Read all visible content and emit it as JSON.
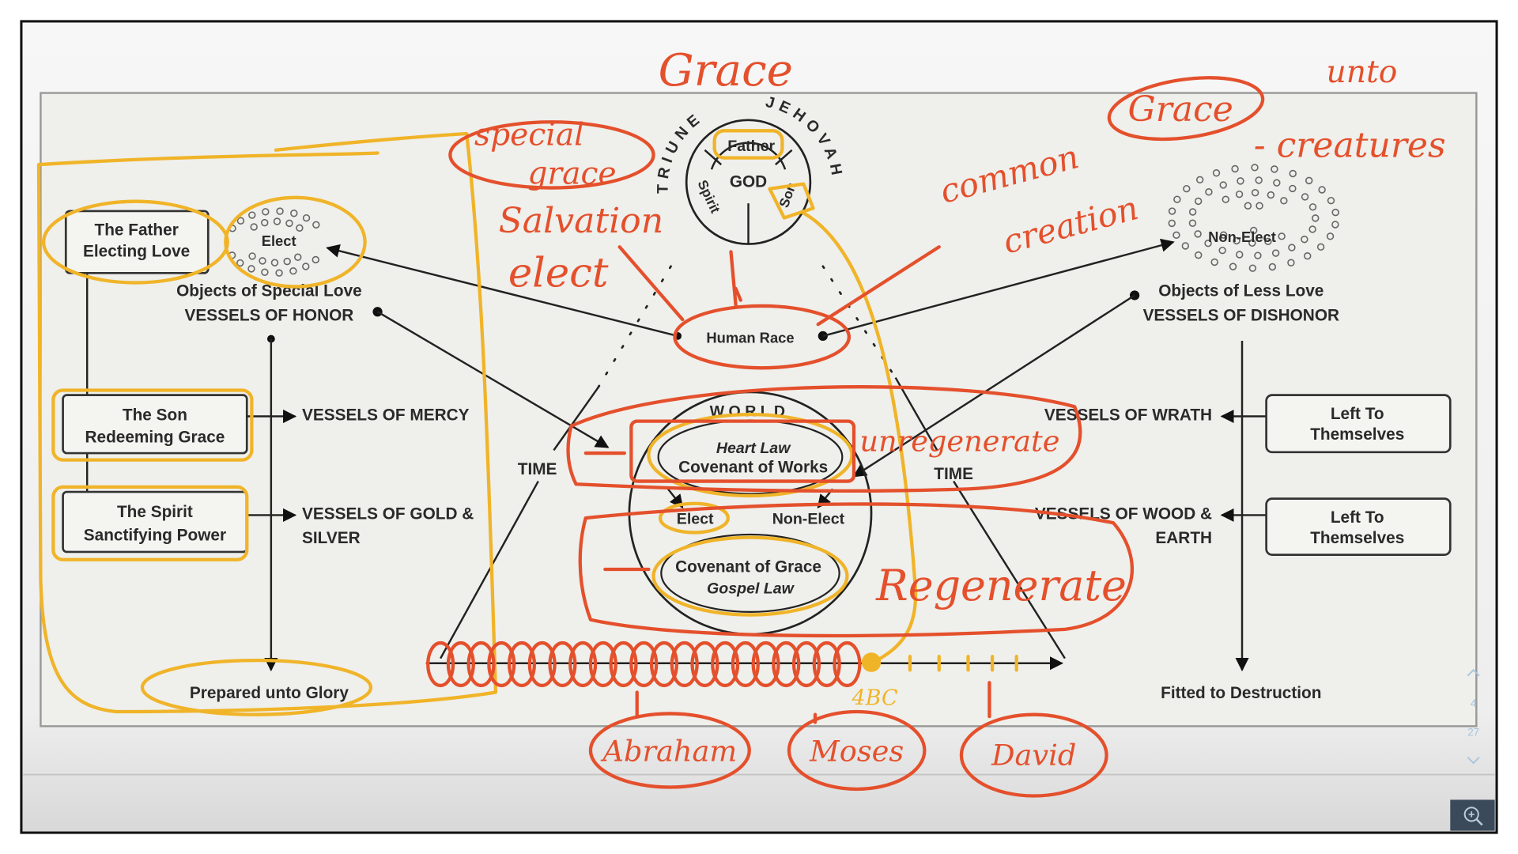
{
  "diagram": {
    "god": {
      "triune": "TRIUNE",
      "jehovah": "JEHOVAH",
      "father": "Father",
      "god": "GOD",
      "spirit": "Spirit",
      "son": "Son"
    },
    "human_race": "Human Race",
    "left": {
      "father_title": "The Father",
      "father_sub": "Electing Love",
      "elect": "Elect",
      "objects": "Objects of Special Love",
      "vessels": "VESSELS OF HONOR",
      "son_title": "The Son",
      "son_sub": "Redeeming Grace",
      "spirit_title": "The Spirit",
      "spirit_sub": "Sanctifying Power",
      "mercy": "VESSELS OF MERCY",
      "gold1": "VESSELS OF GOLD &",
      "gold2": "SILVER",
      "glory": "Prepared unto Glory"
    },
    "right": {
      "non_elect": "Non-Elect",
      "objects": "Objects of Less Love",
      "vessels": "VESSELS OF DISHONOR",
      "wrath": "VESSELS OF WRATH",
      "wood1": "VESSELS OF WOOD &",
      "wood2": "EARTH",
      "left_to_1a": "Left To",
      "left_to_1b": "Themselves",
      "left_to_2a": "Left To",
      "left_to_2b": "Themselves",
      "destruction": "Fitted to Destruction"
    },
    "world": {
      "label": "W O R L D",
      "heart_law": "Heart Law",
      "works": "Covenant of Works",
      "elect": "Elect",
      "non_elect": "Non-Elect",
      "grace": "Covenant of Grace",
      "gospel_law": "Gospel Law"
    },
    "time_left": "TIME",
    "time_right": "TIME"
  },
  "annotations": {
    "grace_top": "Grace",
    "special_grace_1": "special",
    "special_grace_2": "grace",
    "salvation": "Salvation",
    "elect": "elect",
    "common": "common",
    "grace_right": "Grace",
    "creation": "creation",
    "creatures": "- creatures",
    "unto": "unto",
    "unregenerate": "unregenerate",
    "regenerate": "Regenerate",
    "year": "4BC",
    "abraham": "Abraham",
    "moses": "Moses",
    "david": "David"
  },
  "viewer": {
    "page_current": "4",
    "page_total": "27",
    "up_icon": "chevron-up-icon",
    "down_icon": "chevron-down-icon",
    "zoom_icon": "zoom-in-icon"
  },
  "colors": {
    "annotation_red": "#e4502c",
    "annotation_yellow": "#f0b429"
  }
}
